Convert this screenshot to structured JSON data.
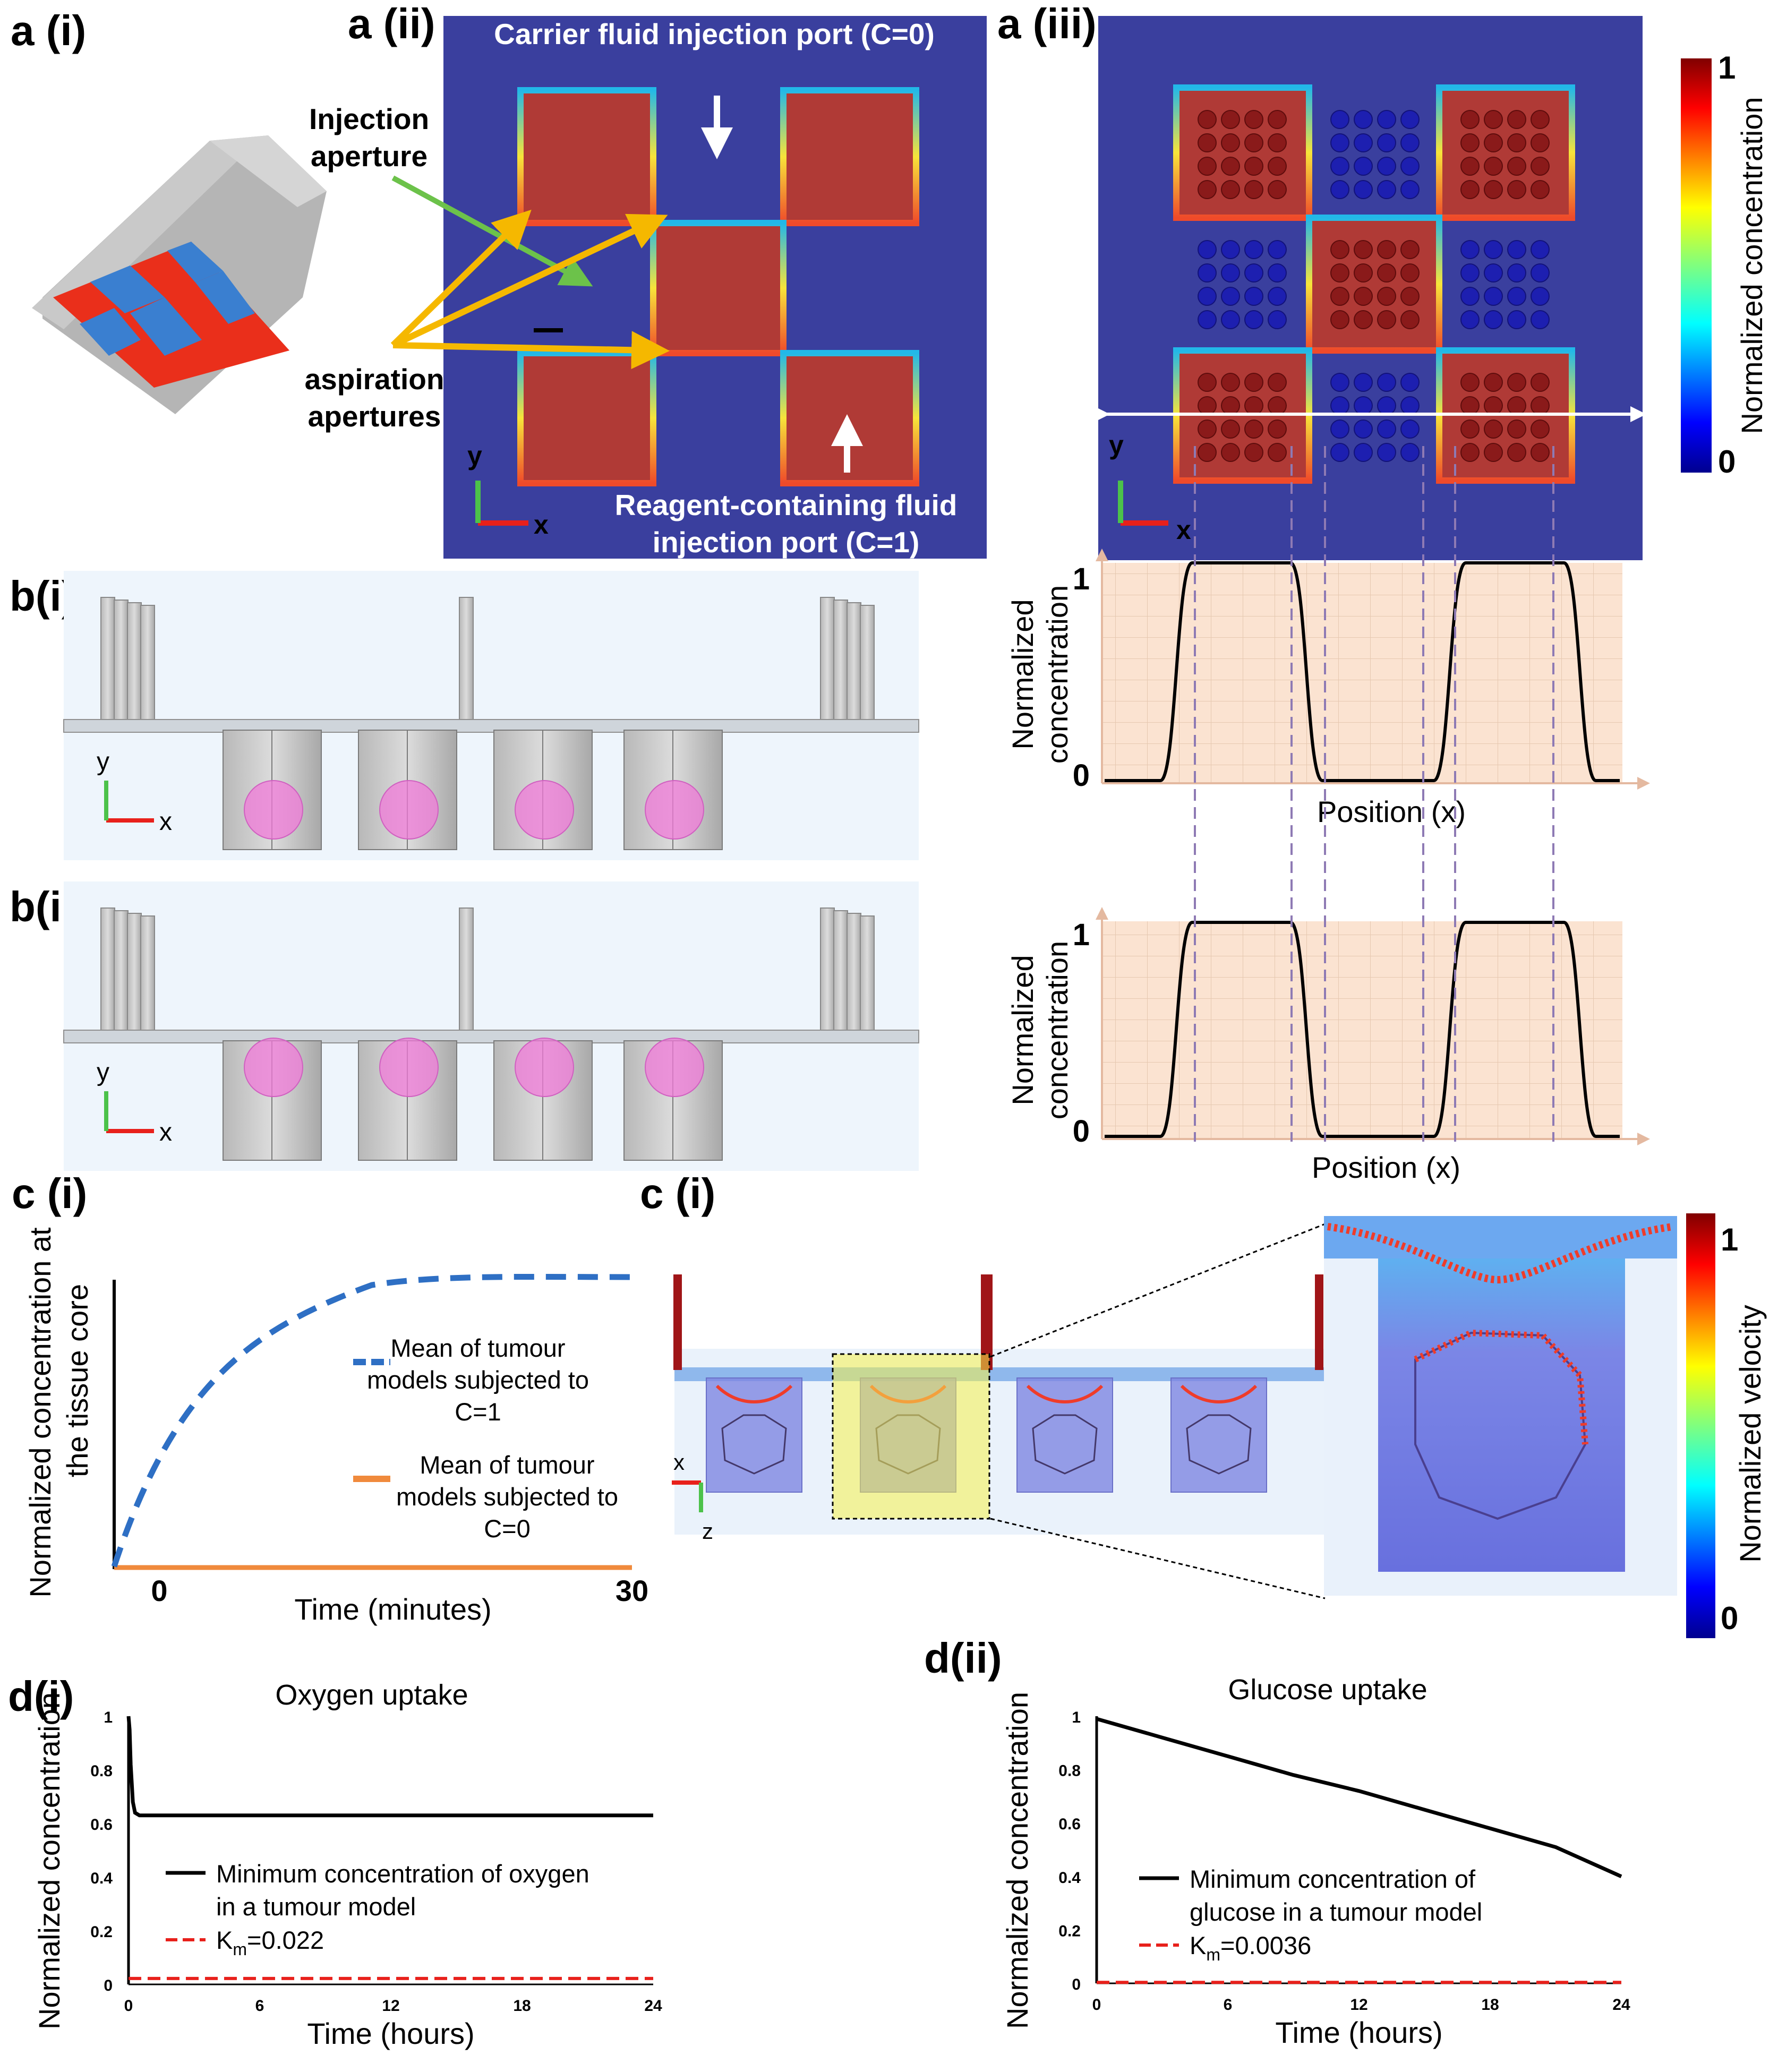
{
  "panels": {
    "a_i": "a (i)",
    "a_ii": "a (ii)",
    "a_iii": "a (iii)",
    "b_i": "b(i)",
    "b_ii": "b(ii)",
    "c_i_left": "c (i)",
    "c_i_right": "c (i)",
    "d_i": "d(i)",
    "d_ii": "d(ii)"
  },
  "a_ii": {
    "top_label": "Carrier fluid injection port (C=0)",
    "injection_label_1": "Injection",
    "injection_label_2": "aperture",
    "aspiration_label_1": "aspiration",
    "aspiration_label_2": "apertures",
    "bottom_label_1": "Reagent-containing fluid",
    "bottom_label_2": "injection port (C=1)",
    "axis_x": "x",
    "axis_y": "y"
  },
  "a_iii": {
    "axis_x": "x",
    "axis_y": "y",
    "colorbar_title": "Normalized concentration",
    "colorbar_max": "1",
    "colorbar_min": "0"
  },
  "profiles": {
    "ylabel_1": "Normalized",
    "ylabel_2": "concentration",
    "xlabel": "Position (x)",
    "tick_max": "1",
    "tick_min": "0"
  },
  "b_panels": {
    "axis_x": "x",
    "axis_y": "y"
  },
  "c_left": {
    "ylabel_1": "Normalized concentration at",
    "ylabel_2": "the tissue core",
    "xlabel": "Time (minutes)",
    "x_min_label": "0",
    "x_max_label": "30",
    "legend_1_a": "Mean of tumour",
    "legend_1_b": "models subjected to",
    "legend_1_c": "C=1",
    "legend_2_a": "Mean of tumour",
    "legend_2_b": "models subjected to",
    "legend_2_c": "C=0",
    "color_1": "#2e6fc4",
    "color_2": "#f08a3c"
  },
  "c_right": {
    "axis_x": "x",
    "axis_z": "z",
    "colorbar_title": "Normalized velocity",
    "colorbar_max": "1",
    "colorbar_min": "0"
  },
  "chart_data": [
    {
      "type": "line",
      "panel": "d(i)",
      "title": "Oxygen uptake",
      "xlabel": "Time (hours)",
      "ylabel": "Normalized concentration",
      "xlim": [
        0,
        24
      ],
      "ylim": [
        0,
        1
      ],
      "xticks": [
        "0",
        "6",
        "12",
        "18",
        "24"
      ],
      "yticks": [
        "0",
        "0.2",
        "0.4",
        "0.6",
        "0.8",
        "1"
      ],
      "series": [
        {
          "name": "Minimum concentration of oxygen in a tumour model",
          "color": "#000000",
          "dash": false,
          "x": [
            0,
            0.05,
            0.1,
            0.2,
            0.3,
            0.5,
            1,
            3,
            6,
            12,
            18,
            24
          ],
          "y": [
            1.0,
            0.95,
            0.82,
            0.68,
            0.64,
            0.63,
            0.63,
            0.63,
            0.63,
            0.63,
            0.63,
            0.63
          ]
        },
        {
          "name": "K_m=0.022",
          "color": "#e8201b",
          "dash": true,
          "x": [
            0,
            24
          ],
          "y": [
            0.022,
            0.022
          ]
        }
      ],
      "legend": [
        {
          "line1": "Minimum concentration of oxygen",
          "line2": "in a tumour model"
        },
        {
          "prefix": "K",
          "sub": "m",
          "suffix": "=0.022"
        }
      ]
    },
    {
      "type": "line",
      "panel": "d(ii)",
      "title": "Glucose uptake",
      "xlabel": "Time (hours)",
      "ylabel": "Normalized concentration",
      "xlim": [
        0,
        24
      ],
      "ylim": [
        0,
        1
      ],
      "xticks": [
        "0",
        "6",
        "12",
        "18",
        "24"
      ],
      "yticks": [
        "0",
        "0.2",
        "0.4",
        "0.6",
        "0.8",
        "1"
      ],
      "series": [
        {
          "name": "Minimum concentration of glucose in a tumour model",
          "color": "#000000",
          "dash": false,
          "x": [
            0,
            3,
            6,
            9,
            12,
            15,
            18,
            21,
            24
          ],
          "y": [
            0.99,
            0.92,
            0.85,
            0.78,
            0.72,
            0.65,
            0.58,
            0.51,
            0.4
          ]
        },
        {
          "name": "K_m=0.0036",
          "color": "#e8201b",
          "dash": true,
          "x": [
            0,
            24
          ],
          "y": [
            0.0036,
            0.0036
          ]
        }
      ],
      "legend": [
        {
          "line1": "Minimum concentration of",
          "line2": "glucose in a tumour model"
        },
        {
          "prefix": "K",
          "sub": "m",
          "suffix": "=0.0036"
        }
      ]
    }
  ]
}
